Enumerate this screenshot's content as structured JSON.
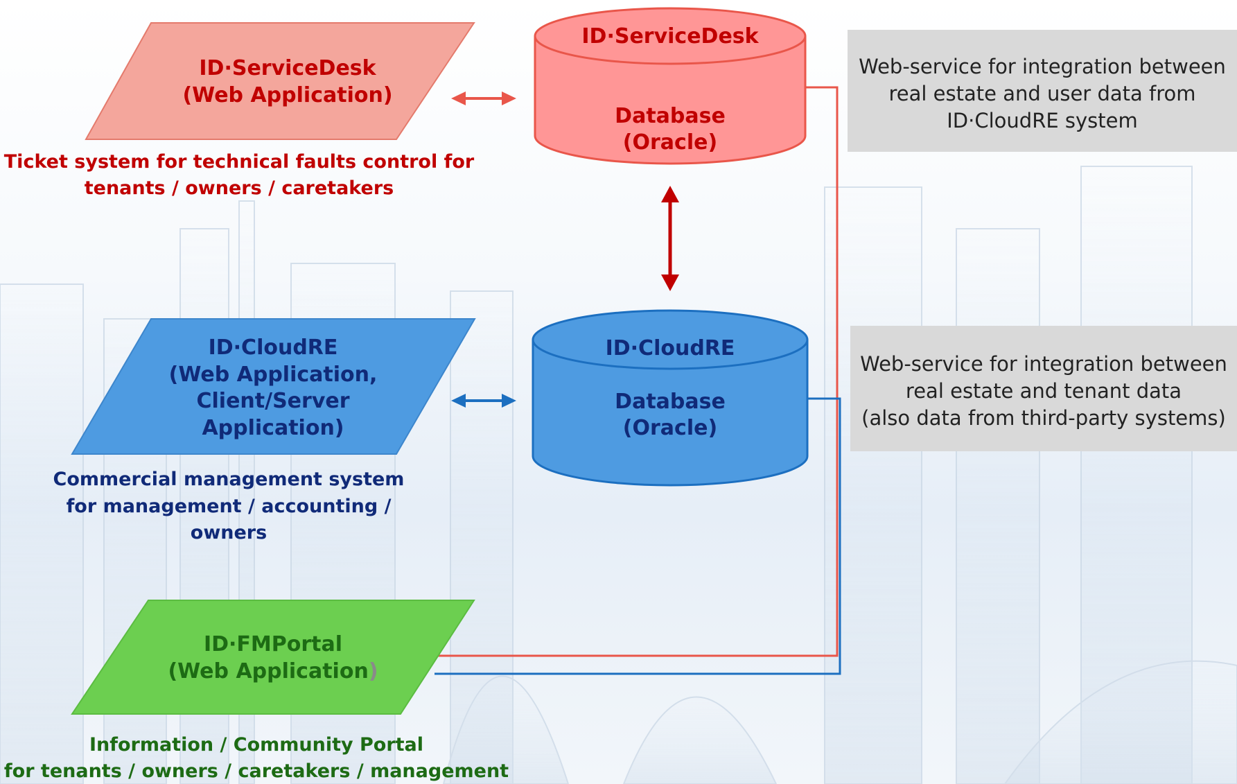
{
  "colors": {
    "servicedesk_fill": "#f4a69c",
    "servicedesk_db_fill": "#ff9696",
    "servicedesk_stroke": "#e9564a",
    "servicedesk_text": "#c00000",
    "cloudre_fill": "#4e9be1",
    "cloudre_stroke": "#1c6fc0",
    "cloudre_text": "#102a78",
    "fmportal_fill": "#6ccf50",
    "fmportal_text": "#1d6b14",
    "db_link_arrow": "#c00000",
    "note_fill": "#d9d9d9"
  },
  "servicedesk_app": {
    "icon": "parallelogram-shape",
    "title": "ID·ServiceDesk",
    "subtitle": "(Web Application)",
    "caption_line1": "Ticket system for technical faults control for",
    "caption_line2": "tenants / owners / caretakers"
  },
  "servicedesk_db": {
    "icon": "cylinder-shape",
    "title": "ID·ServiceDesk",
    "line1": "Database",
    "line2": "(Oracle)"
  },
  "cloudre_app": {
    "icon": "parallelogram-shape",
    "line1": "ID·CloudRE",
    "line2": "(Web Application,",
    "line3": "Client/Server",
    "line4": "Application)",
    "caption_line1": "Commercial management system",
    "caption_line2": "for management / accounting /",
    "caption_line3": "owners"
  },
  "cloudre_db": {
    "icon": "cylinder-shape",
    "title": "ID·CloudRE",
    "line1": "Database",
    "line2": "(Oracle)"
  },
  "fmportal_app": {
    "icon": "parallelogram-shape",
    "title": "ID·FMPortal",
    "subtitle": "(Web Application",
    "subtitle_paren": ")",
    "caption_line1": "Information / Community Portal",
    "caption_line2": "for tenants / owners / caretakers / management"
  },
  "note_top": {
    "line1": "Web-service for integration between",
    "line2": "real estate and user data from",
    "line3": "ID·CloudRE system"
  },
  "note_bottom": {
    "line1": "Web-service for integration between",
    "line2": "real estate and tenant data",
    "line3": "(also data from third-party systems)"
  }
}
